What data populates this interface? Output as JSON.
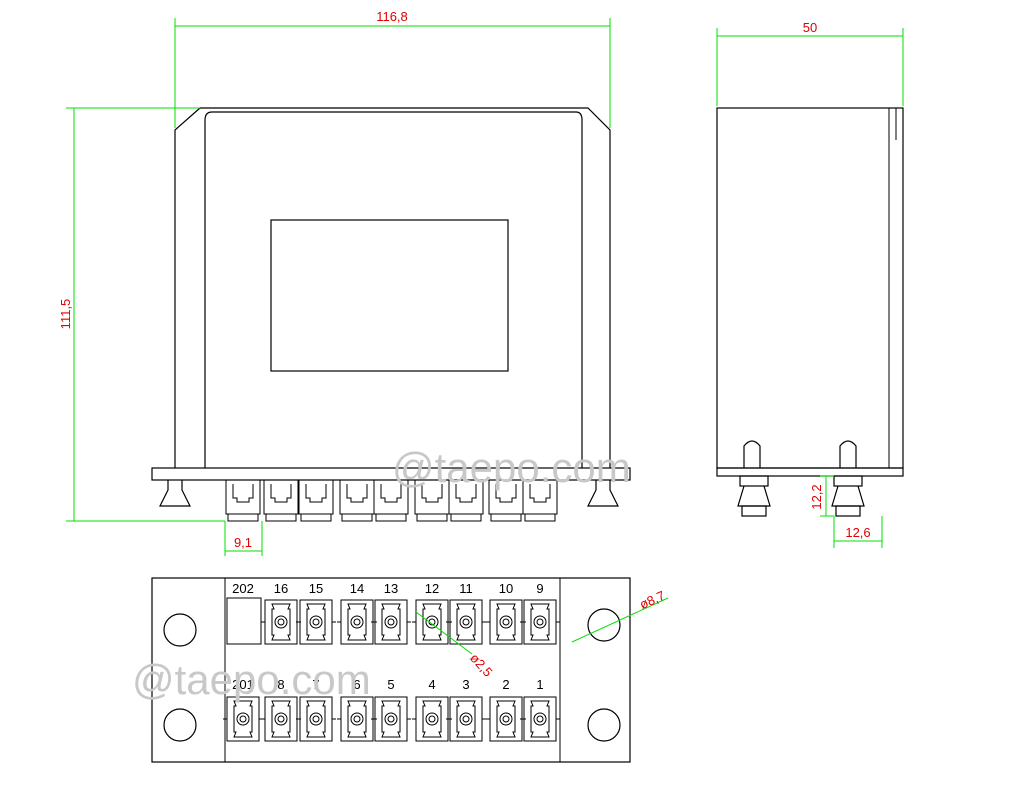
{
  "watermark": "@taepo.com",
  "dimensions": {
    "width": "116,8",
    "height": "111,5",
    "depth": "50",
    "port_pitch": "9,1",
    "side_h": "12,2",
    "side_w": "12,6",
    "hole_dia": "ø8,7",
    "ferrule_dia": "ø2,5"
  },
  "ports": {
    "top_row": [
      "202",
      "16",
      "15",
      "14",
      "13",
      "12",
      "11",
      "10",
      "9"
    ],
    "bottom_row": [
      "201",
      "8",
      "7",
      "6",
      "5",
      "4",
      "3",
      "2",
      "1"
    ]
  },
  "colors": {
    "outline": "#000000",
    "dimension_line": "#00e000",
    "dimension_text": "#e00000",
    "watermark": "#c8c8c8"
  }
}
